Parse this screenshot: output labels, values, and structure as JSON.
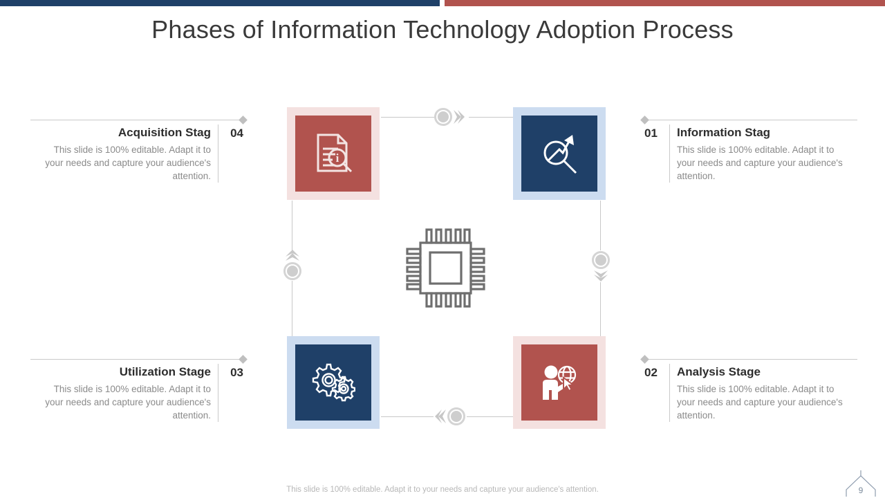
{
  "slide": {
    "title": "Phases of Information Technology Adoption Process",
    "footer_note": "This slide is 100% editable. Adapt it to your needs and capture your audience's attention.",
    "page_number": "9"
  },
  "colors": {
    "navy": "#1f4068",
    "red": "#b1534e",
    "navy_light": "#ccdcf0",
    "red_light": "#f4e1e0",
    "connector_gray": "#c8c8c8",
    "title_text": "#3a3a3a",
    "body_text": "#8a8a8a"
  },
  "topbar": {
    "left_color": "#1f4068",
    "right_color": "#b1534e"
  },
  "stages": [
    {
      "id": "information",
      "number": "01",
      "heading": "Information Stag",
      "description": "This slide is 100% editable. Adapt it to your needs and capture your audience's attention.",
      "icon": "magnifier-growth-arrow-icon",
      "tile_color": "#1f4068",
      "tile_frame_color": "#ccdcf0",
      "position": "top-right"
    },
    {
      "id": "analysis",
      "number": "02",
      "heading": "Analysis Stage",
      "description": "This slide is 100% editable. Adapt it to your needs and capture your audience's attention.",
      "icon": "person-globe-cursor-icon",
      "tile_color": "#b1534e",
      "tile_frame_color": "#f4e1e0",
      "position": "bottom-right"
    },
    {
      "id": "utilization",
      "number": "03",
      "heading": "Utilization Stage",
      "description": "This slide is 100% editable. Adapt it to your needs and capture your audience's attention.",
      "icon": "gears-icon",
      "tile_color": "#1f4068",
      "tile_frame_color": "#ccdcf0",
      "position": "bottom-left"
    },
    {
      "id": "acquisition",
      "number": "04",
      "heading": "Acquisition Stag",
      "description": "This slide is 100% editable. Adapt it to your needs and capture your audience's attention.",
      "icon": "document-search-info-icon",
      "tile_color": "#b1534e",
      "tile_frame_color": "#f4e1e0",
      "position": "top-left"
    }
  ],
  "center": {
    "icon": "microchip-cpu-icon"
  },
  "connectors": [
    {
      "id": "top",
      "icon": "chevron-right-icon",
      "direction": "right"
    },
    {
      "id": "right",
      "icon": "chevron-down-icon",
      "direction": "down"
    },
    {
      "id": "bottom",
      "icon": "chevron-left-icon",
      "direction": "left"
    },
    {
      "id": "left",
      "icon": "chevron-up-icon",
      "direction": "up"
    }
  ]
}
